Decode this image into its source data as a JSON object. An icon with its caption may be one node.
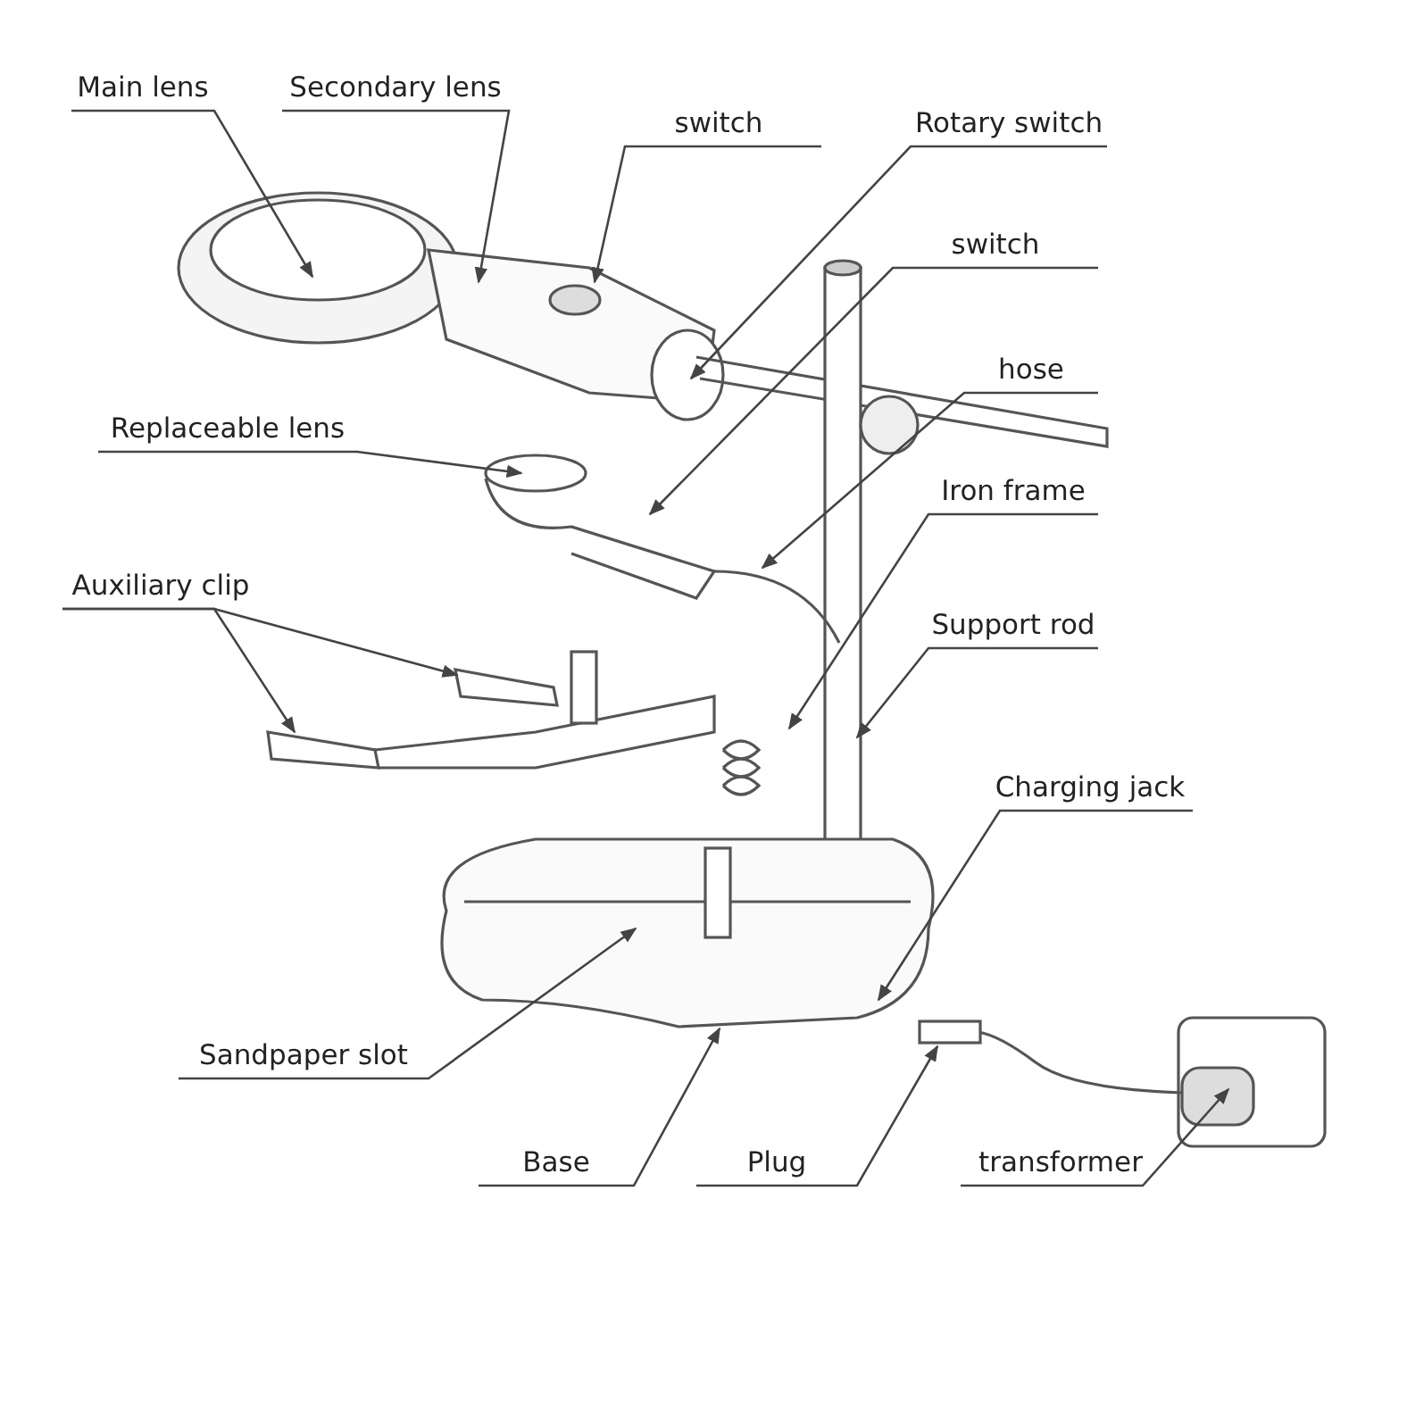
{
  "diagram": {
    "nodes": [
      {
        "text": [
          "Main lens"
        ]
      },
      {
        "text": [
          "Secondary lens"
        ]
      },
      {
        "text": [
          "switch"
        ]
      },
      {
        "text": [
          "Rotary switch"
        ]
      },
      {
        "text": [
          "switch"
        ]
      },
      {
        "text": [
          "hose"
        ]
      },
      {
        "text": [
          "Replaceable lens"
        ]
      },
      {
        "text": [
          "Iron frame"
        ]
      },
      {
        "text": [
          "Auxiliary clip"
        ]
      },
      {
        "text": [
          "Support rod"
        ]
      },
      {
        "text": [
          "Charging jack"
        ]
      },
      {
        "text": [
          "Sandpaper slot"
        ]
      },
      {
        "text": [
          "Base"
        ]
      },
      {
        "text": [
          "Plug"
        ]
      },
      {
        "text": [
          "transformer"
        ]
      }
    ],
    "edges": [
      {
        "from": 0,
        "to": null,
        "arrow": "to"
      },
      {
        "from": 1,
        "to": null,
        "arrow": "to"
      },
      {
        "from": 2,
        "to": null,
        "arrow": "to"
      },
      {
        "from": 3,
        "to": null,
        "arrow": "to"
      },
      {
        "from": 4,
        "to": null,
        "arrow": "to"
      },
      {
        "from": 5,
        "to": null,
        "arrow": "to"
      },
      {
        "from": 6,
        "to": null,
        "arrow": "to"
      },
      {
        "from": 7,
        "to": null,
        "arrow": "to"
      },
      {
        "from": 8,
        "to": null,
        "arrow": "to"
      },
      {
        "from": 8,
        "to": null,
        "arrow": "to"
      },
      {
        "from": 9,
        "to": null,
        "arrow": "to"
      },
      {
        "from": 10,
        "to": null,
        "arrow": "to"
      },
      {
        "from": 11,
        "to": null,
        "arrow": "to"
      },
      {
        "from": 12,
        "to": null,
        "arrow": "to"
      },
      {
        "from": 13,
        "to": null,
        "arrow": "to"
      },
      {
        "from": 14,
        "to": null,
        "arrow": "to"
      }
    ]
  }
}
